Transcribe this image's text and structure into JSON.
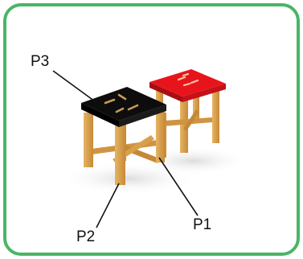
{
  "labels": {
    "p1": "P1",
    "p2": "P2",
    "p3": "P3"
  },
  "colors": {
    "frame_border": "#4ab566",
    "stool_front_top": "#0d0d0d",
    "stool_back_top": "#e8141c",
    "wood": "#d9a04a",
    "wood_dark": "#b97f2f",
    "slot_marks": "#c89a55",
    "leader_line": "#111111"
  }
}
